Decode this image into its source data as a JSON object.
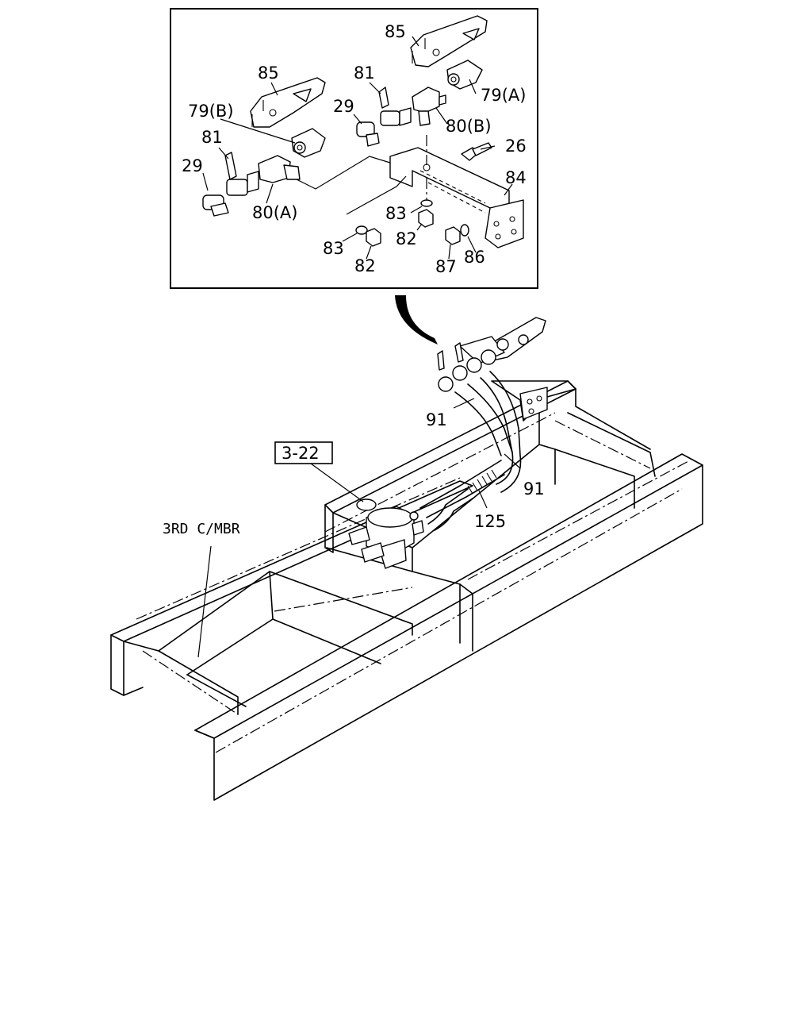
{
  "callouts": {
    "c85_top": "85",
    "c85_left": "85",
    "c81_mid": "81",
    "c79a": "79(A)",
    "c79b": "79(B)",
    "c29_mid": "29",
    "c80b": "80(B)",
    "c26": "26",
    "c81_left": "81",
    "c84": "84",
    "c29_left": "29",
    "c80a": "80(A)",
    "c83_mid": "83",
    "c82_mid": "82",
    "c83_left": "83",
    "c82_left": "82",
    "c87": "87",
    "c86": "86",
    "c91_upper": "91",
    "c91_lower": "91",
    "c125": "125"
  },
  "reference_box": "3-22",
  "frame_label": "3RD C/MBR"
}
